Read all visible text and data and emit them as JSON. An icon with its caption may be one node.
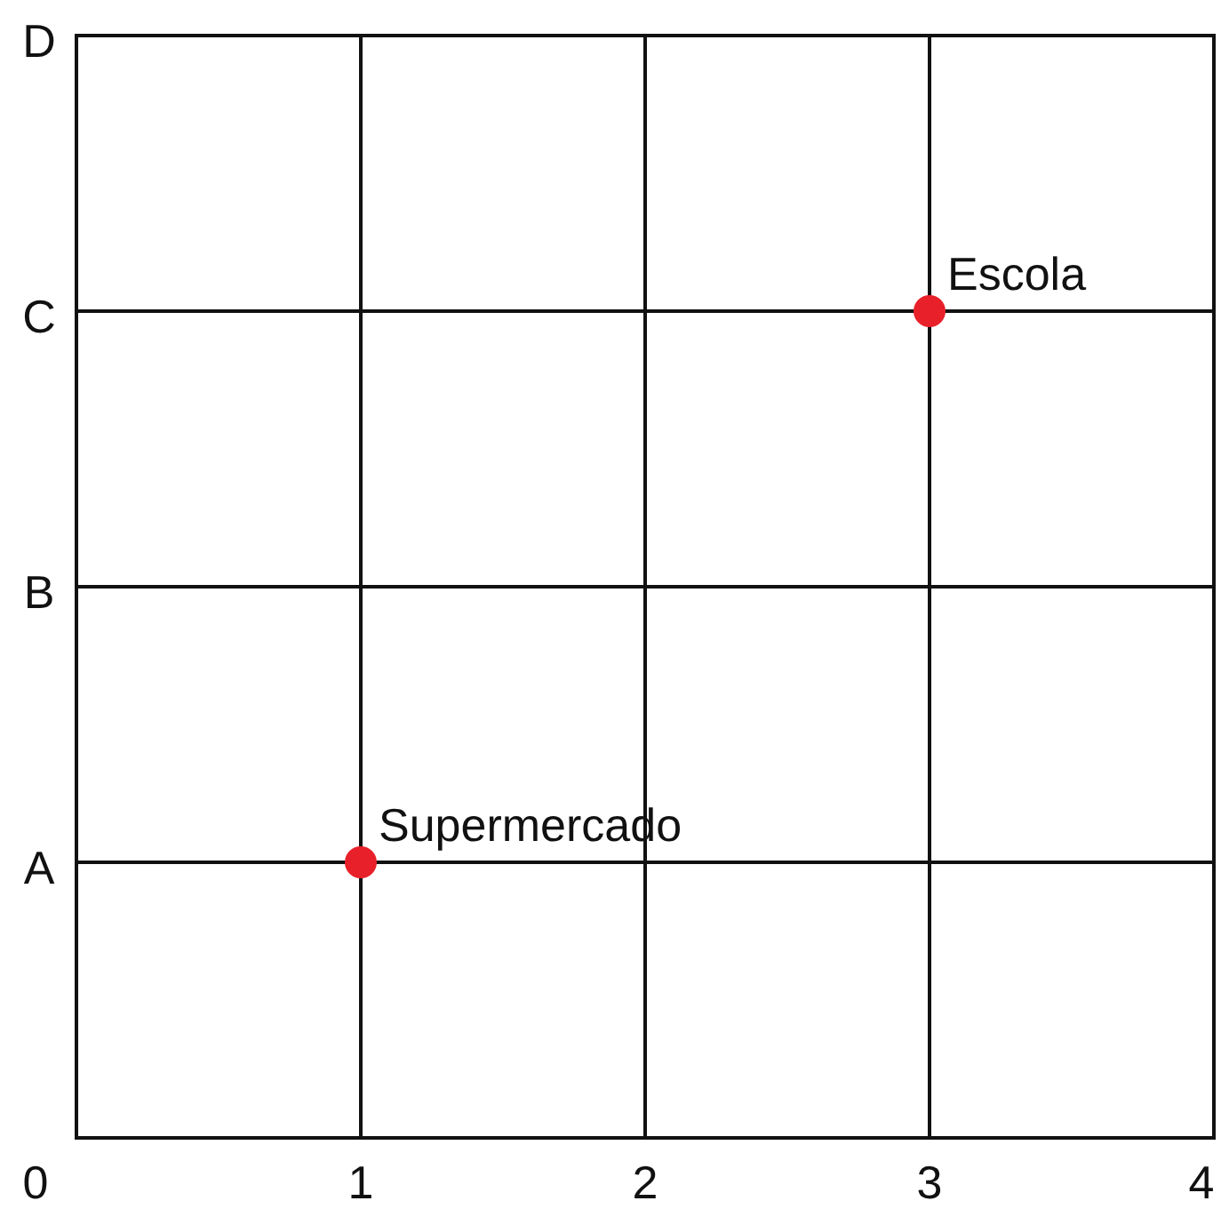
{
  "diagram": {
    "nodes": [
      {
        "text": [],
        "shape": "circle",
        "beside": [
          "Escola"
        ]
      },
      {
        "text": [],
        "shape": "circle",
        "beside": [
          "Supermercado"
        ]
      }
    ],
    "labels": [
      "D",
      "C",
      "B",
      "A",
      "0",
      "1",
      "2",
      "3",
      "4"
    ]
  }
}
